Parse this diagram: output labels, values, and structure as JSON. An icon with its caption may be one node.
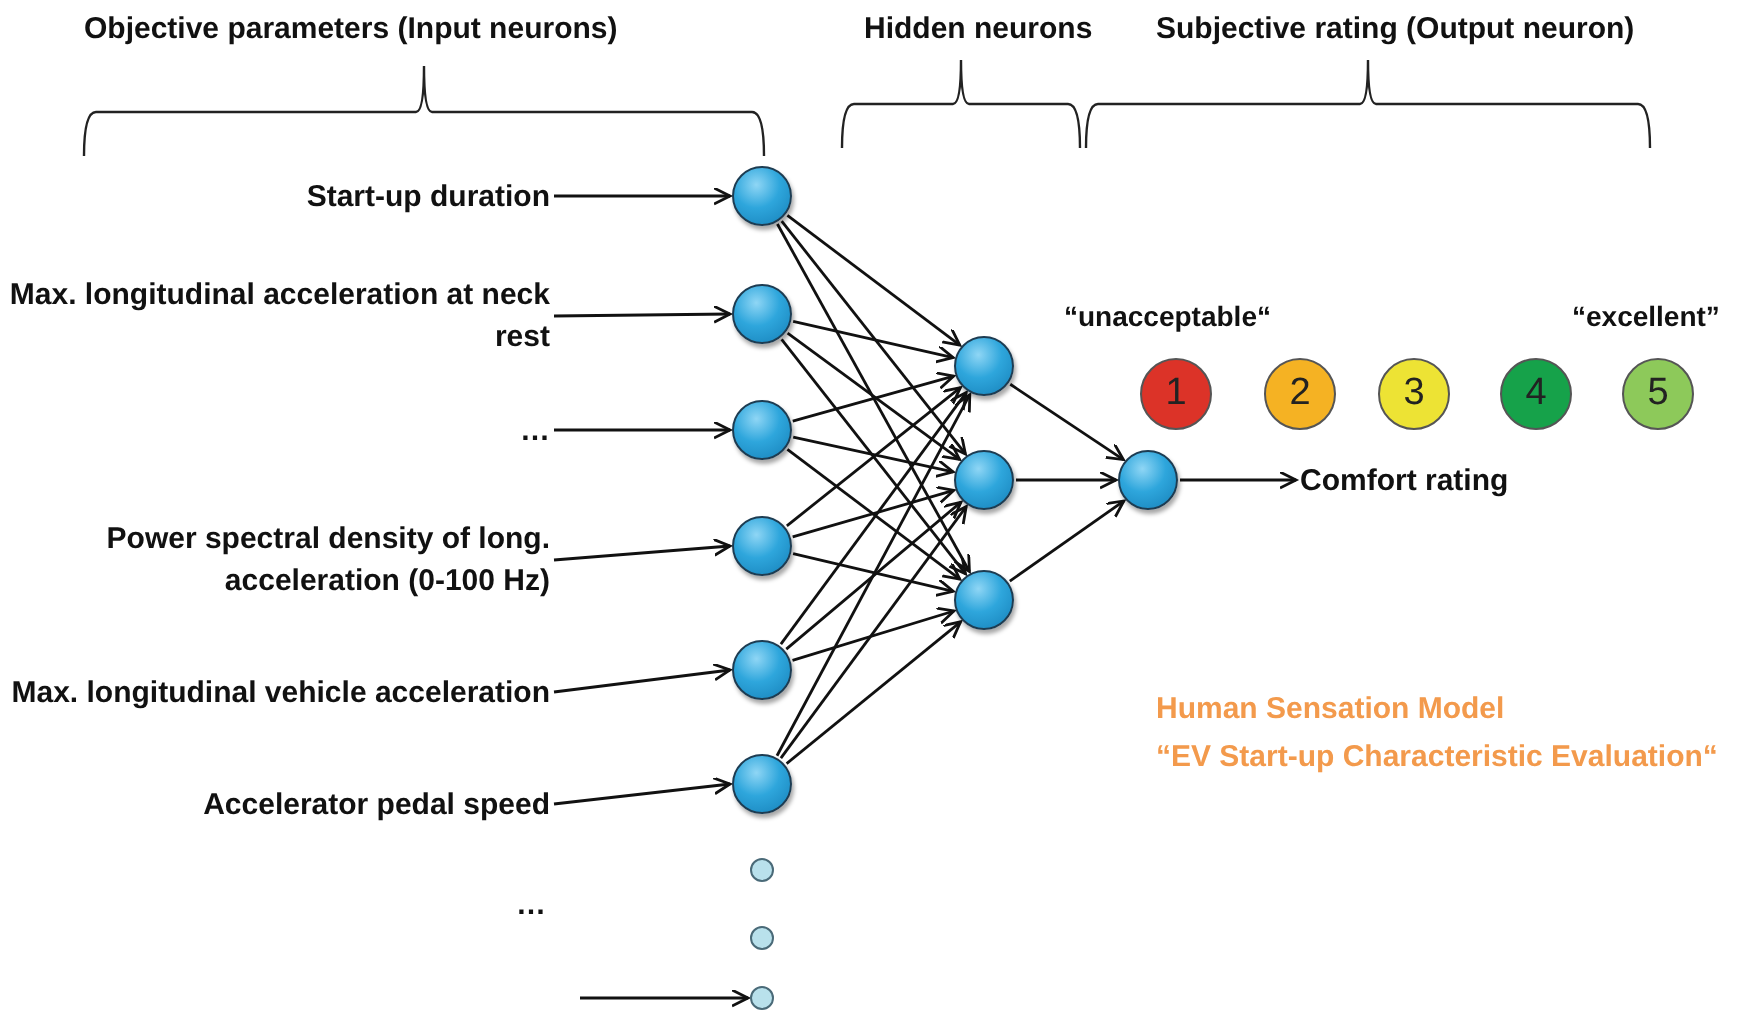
{
  "diagram": {
    "nodes": [
      {
        "text": [
          "Start-up duration"
        ]
      },
      {
        "text": [
          "Max. longitudinal acceleration at neck rest"
        ]
      },
      {
        "text": [
          "…"
        ]
      },
      {
        "text": [
          "Power spectral density of long. acceleration (0-100 Hz)"
        ]
      },
      {
        "text": [
          "Max. longitudinal vehicle acceleration"
        ]
      },
      {
        "text": [
          "Accelerator pedal speed"
        ]
      },
      {
        "text": [],
        "shape": "circle"
      },
      {
        "text": [],
        "shape": "circle"
      },
      {
        "text": [],
        "shape": "circle"
      },
      {
        "text": [],
        "shape": "circle"
      },
      {
        "text": [],
        "shape": "circle"
      },
      {
        "text": [],
        "shape": "circle"
      },
      {
        "text": [],
        "shape": "circle"
      },
      {
        "text": [],
        "shape": "circle"
      },
      {
        "text": [],
        "shape": "circle"
      },
      {
        "text": [],
        "shape": "circle"
      },
      {
        "text": [],
        "shape": "circle"
      },
      {
        "text": [],
        "shape": "circle"
      },
      {
        "text": [],
        "shape": "circle"
      },
      {
        "text": [
          "Comfort rating"
        ]
      },
      {
        "text": [
          "1"
        ]
      },
      {
        "text": [
          "2"
        ]
      },
      {
        "text": [
          "3"
        ]
      },
      {
        "text": [
          "4"
        ]
      },
      {
        "text": [
          "5"
        ]
      }
    ],
    "edges": [
      {
        "from": 0,
        "to": 6,
        "arrow": "to"
      },
      {
        "from": 1,
        "to": 7,
        "arrow": "to"
      },
      {
        "from": 2,
        "to": 8,
        "arrow": "to"
      },
      {
        "from": 3,
        "to": 9,
        "arrow": "to"
      },
      {
        "from": 4,
        "to": 10,
        "arrow": "to"
      },
      {
        "from": 5,
        "to": 11,
        "arrow": "to"
      },
      {
        "from": 6,
        "to": 15,
        "arrow": "to"
      },
      {
        "from": 6,
        "to": 16,
        "arrow": "to"
      },
      {
        "from": 6,
        "to": 17,
        "arrow": "to"
      },
      {
        "from": 7,
        "to": 15,
        "arrow": "to"
      },
      {
        "from": 7,
        "to": 16,
        "arrow": "to"
      },
      {
        "from": 7,
        "to": 17,
        "arrow": "to"
      },
      {
        "from": 8,
        "to": 15,
        "arrow": "to"
      },
      {
        "from": 8,
        "to": 16,
        "arrow": "to"
      },
      {
        "from": 8,
        "to": 17,
        "arrow": "to"
      },
      {
        "from": 9,
        "to": 15,
        "arrow": "to"
      },
      {
        "from": 9,
        "to": 16,
        "arrow": "to"
      },
      {
        "from": 9,
        "to": 17,
        "arrow": "to"
      },
      {
        "from": 10,
        "to": 15,
        "arrow": "to"
      },
      {
        "from": 10,
        "to": 16,
        "arrow": "to"
      },
      {
        "from": 10,
        "to": 17,
        "arrow": "to"
      },
      {
        "from": 11,
        "to": 15,
        "arrow": "to"
      },
      {
        "from": 11,
        "to": 16,
        "arrow": "to"
      },
      {
        "from": 11,
        "to": 17,
        "arrow": "to"
      },
      {
        "from": 15,
        "to": 18,
        "arrow": "to"
      },
      {
        "from": 16,
        "to": 18,
        "arrow": "to"
      },
      {
        "from": 17,
        "to": 18,
        "arrow": "to"
      },
      {
        "from": 18,
        "to": 19,
        "arrow": "to"
      },
      {
        "from": null,
        "to": 14,
        "arrow": "to"
      }
    ],
    "labels": [
      "Objective parameters (Input neurons)",
      "Hidden neurons",
      "Subjective rating (Output neuron)",
      "“unacceptable“",
      "“excellent”",
      "…",
      "Human Sensation Model",
      "“EV Start-up Characteristic Evaluation“"
    ]
  }
}
